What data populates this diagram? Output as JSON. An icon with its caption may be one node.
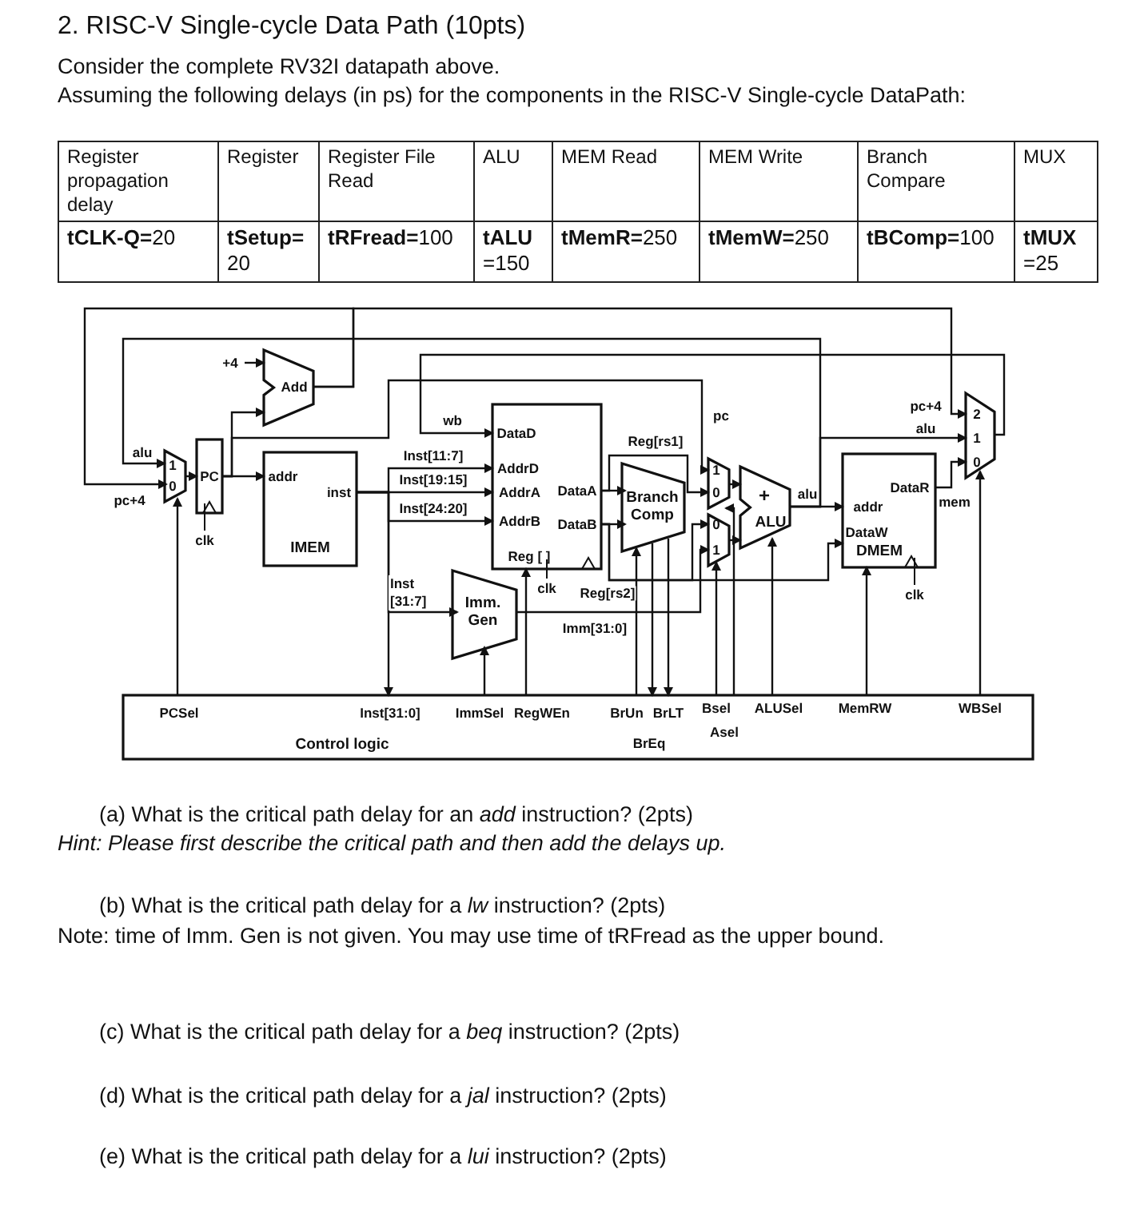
{
  "diagram": {
    "title": "2. RISC-V Single-cycle Data Path (10pts)",
    "nodes": [
      {
        "text": [
          "1",
          "0"
        ]
      },
      {
        "text": [
          "PC"
        ],
        "beside": [
          "clk"
        ]
      },
      {
        "text": [
          "Add"
        ]
      },
      {
        "text": [
          "addr",
          "inst",
          "IMEM"
        ]
      },
      {
        "text": [
          "DataD",
          "AddrD",
          "AddrA",
          "AddrB",
          "DataA",
          "DataB",
          "Reg [ ]"
        ],
        "beside": [
          "clk"
        ]
      },
      {
        "text": [
          "Imm. Gen"
        ]
      },
      {
        "text": [
          "Branch Comp"
        ]
      },
      {
        "text": [
          "1",
          "0"
        ]
      },
      {
        "text": [
          "0",
          "1"
        ]
      },
      {
        "text": [
          "+",
          "ALU"
        ]
      },
      {
        "text": [
          "addr",
          "DataR",
          "DataW",
          "DMEM"
        ],
        "beside": [
          "clk"
        ]
      },
      {
        "text": [
          "2",
          "1",
          "0"
        ]
      },
      {
        "text": [
          "PCSel",
          "Inst[31:0]",
          "ImmSel",
          "RegWEn",
          "BrUn",
          "BrLT",
          "BrEq",
          "Bsel",
          "Asel",
          "ALUSel",
          "MemRW",
          "WBSel",
          "Control logic"
        ]
      }
    ],
    "edges": [
      {
        "from": 0,
        "to": 1,
        "arrow": "to"
      },
      {
        "from": 1,
        "to": 3,
        "arrow": "to"
      },
      {
        "from": 1,
        "to": 2,
        "arrow": "to"
      },
      {
        "from": null,
        "to": 2,
        "arrow": "to",
        "label": "+4"
      },
      {
        "from": 2,
        "to": 0,
        "arrow": "to",
        "label": "pc+4"
      },
      {
        "from": 2,
        "to": 11,
        "arrow": "to",
        "label": "pc+4"
      },
      {
        "from": 1,
        "to": 7,
        "arrow": "to",
        "label": "pc"
      },
      {
        "from": 3,
        "to": 4,
        "arrow": "to",
        "label": "Inst[11:7]"
      },
      {
        "from": 3,
        "to": 4,
        "arrow": "to",
        "label": "Inst[19:15]"
      },
      {
        "from": 3,
        "to": 4,
        "arrow": "to",
        "label": "Inst[24:20]"
      },
      {
        "from": 3,
        "to": 5,
        "arrow": "to",
        "label": "Inst [31:7]"
      },
      {
        "from": 3,
        "to": 12,
        "arrow": "to"
      },
      {
        "from": 11,
        "to": 4,
        "arrow": "to",
        "label": "wb"
      },
      {
        "from": 4,
        "to": 6,
        "arrow": "to"
      },
      {
        "from": 4,
        "to": 6,
        "arrow": "to"
      },
      {
        "from": 4,
        "to": 7,
        "arrow": "to",
        "label": "Reg[rs1]"
      },
      {
        "from": 4,
        "to": 8,
        "arrow": "to"
      },
      {
        "from": 4,
        "to": 10,
        "arrow": "to",
        "label": "Reg[rs2]"
      },
      {
        "from": 5,
        "to": 8,
        "arrow": "to",
        "label": "Imm[31:0]"
      },
      {
        "from": 7,
        "to": 9,
        "arrow": "to"
      },
      {
        "from": 8,
        "to": 9,
        "arrow": "to"
      },
      {
        "from": 9,
        "to": 10,
        "arrow": "to",
        "label": "alu"
      },
      {
        "from": 9,
        "to": 11,
        "arrow": "to",
        "label": "alu"
      },
      {
        "from": 9,
        "to": 0,
        "arrow": "to",
        "label": "alu"
      },
      {
        "from": 10,
        "to": 11,
        "arrow": "to",
        "label": "mem"
      },
      {
        "from": 12,
        "to": 0,
        "arrow": "to"
      },
      {
        "from": 12,
        "to": 5,
        "arrow": "to"
      },
      {
        "from": 12,
        "to": 4,
        "arrow": "to"
      },
      {
        "from": 12,
        "to": 6,
        "arrow": "to"
      },
      {
        "from": 6,
        "to": 12,
        "arrow": "to"
      },
      {
        "from": 6,
        "to": 12,
        "arrow": "to"
      },
      {
        "from": 12,
        "to": 8,
        "arrow": "to"
      },
      {
        "from": 12,
        "to": 7,
        "arrow": "to"
      },
      {
        "from": 12,
        "to": 9,
        "arrow": "to"
      },
      {
        "from": 12,
        "to": 10,
        "arrow": "to"
      },
      {
        "from": 12,
        "to": 11,
        "arrow": "to"
      }
    ],
    "labels": [
      "Consider the complete RV32I datapath above.",
      "Assuming the following delays (in ps) for the components in the RISC-V Single-cycle DataPath:",
      "Register propagation delay",
      "Register",
      "Register File Read",
      "ALU",
      "MEM Read",
      "MEM Write",
      "Branch Compare",
      "MUX",
      "**tCLK-Q=**20",
      "**tSetup=** 20",
      "**tRFread=**100",
      "**tALU** =150",
      "**tMemR=**250",
      "**tMemW=**250",
      "**tBComp=**100",
      "**tMUX** =25",
      "(a) What is the critical path delay for an *add* instruction? (2pts)",
      "Hint: Please first describe the critical path and then add the delays up.",
      "(b) What is the critical path delay for a *lw* instruction? (2pts)",
      "Note: time of Imm. Gen is not given. You may use time of tRFread as the upper bound.",
      "(c) What is the critical path delay for a *beq* instruction? (2pts)",
      "(d) What is the critical path delay for a *jal* instruction? (2pts)",
      "(e) What is the critical path delay for a *lui* instruction? (2pts)"
    ]
  }
}
